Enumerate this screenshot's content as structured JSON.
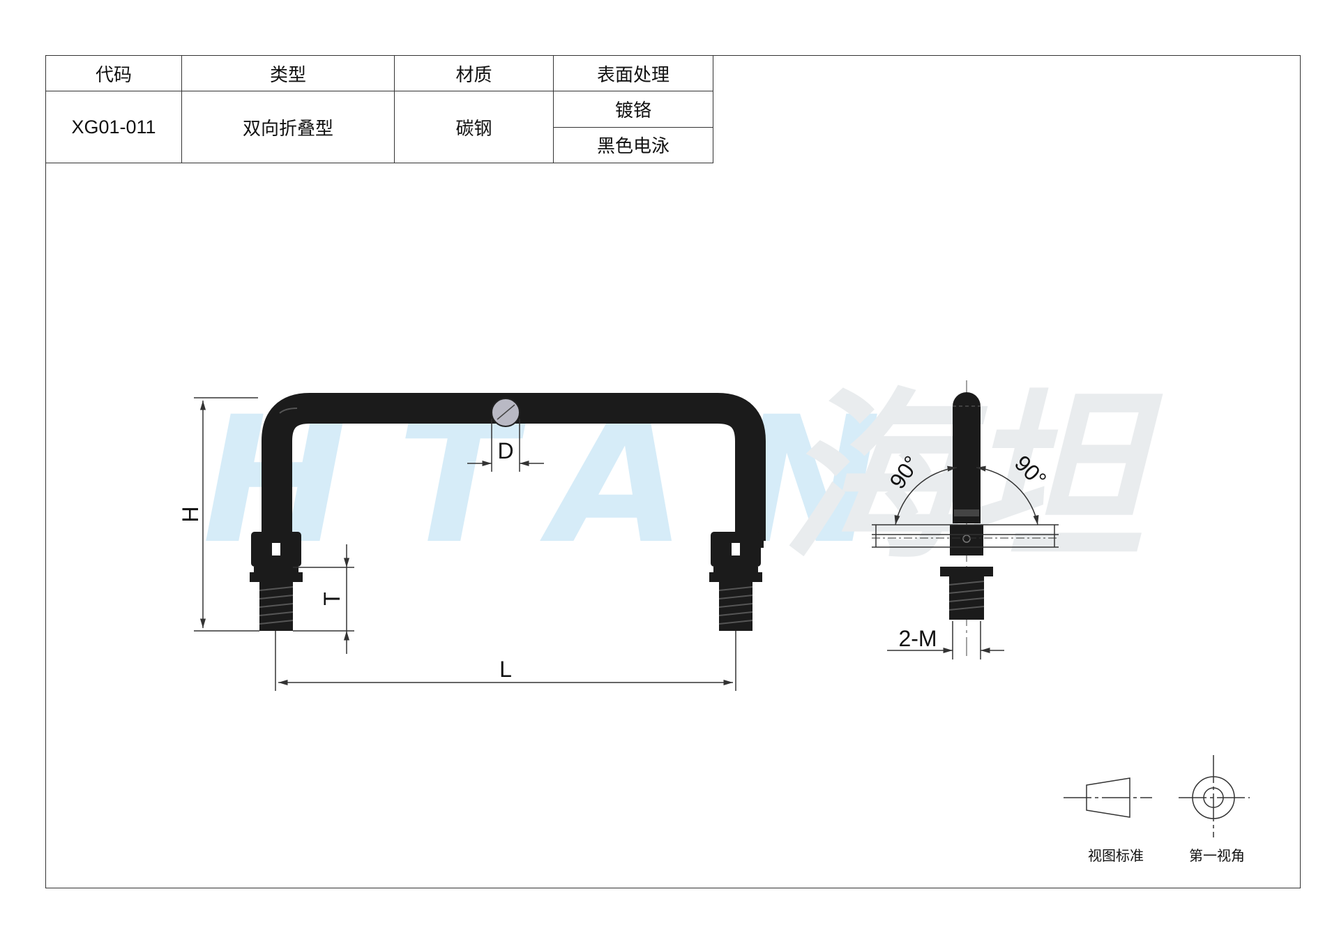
{
  "table": {
    "headers": [
      "代码",
      "类型",
      "材质",
      "表面处理"
    ],
    "code": "XG01-011",
    "type": "双向折叠型",
    "material": "碳钢",
    "finishes": [
      "镀铬",
      "黑色电泳"
    ]
  },
  "watermark": {
    "latin": "HTAN",
    "chinese": "海坦",
    "color": "#d6ecf8"
  },
  "dimensions": {
    "height": "H",
    "diameter": "D",
    "thread_length": "T",
    "length": "L",
    "thread": "2-M",
    "angle_left": "90°",
    "angle_right": "90°"
  },
  "symbols": {
    "view_standard": "视图标准",
    "first_angle": "第一视角"
  },
  "colors": {
    "part": "#1b1b1b",
    "line": "#333333",
    "section": "#b9b9c4"
  }
}
